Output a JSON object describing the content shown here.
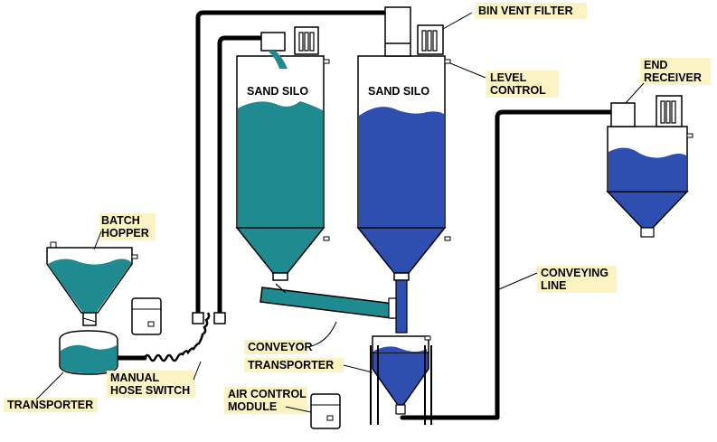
{
  "colors": {
    "teal": "#1f8a8f",
    "blue": "#2f4fb0",
    "pipe": "#000000",
    "label_bg": "#fbf3c4",
    "equipment_fill": "#ffffff"
  },
  "labels": {
    "bin_vent_filter": "BIN VENT FILTER",
    "level_control_1": "LEVEL",
    "level_control_2": "CONTROL",
    "end_receiver_1": "END",
    "end_receiver_2": "RECEIVER",
    "sand_silo_teal": "SAND SILO",
    "sand_silo_blue": "SAND SILO",
    "batch_hopper_1": "BATCH",
    "batch_hopper_2": "HOPPER",
    "conveying_line_1": "CONVEYING",
    "conveying_line_2": "LINE",
    "conveyor": "CONVEYOR",
    "transporter_center": "TRANSPORTER",
    "manual_hose_1": "MANUAL",
    "manual_hose_2": "HOSE SWITCH",
    "transporter_left": "TRANSPORTER",
    "air_control_1": "AIR CONTROL",
    "air_control_2": "MODULE"
  },
  "icons": [
    "bin-vent-filter-icon",
    "air-control-module-icon",
    "level-control-sensor-icon"
  ]
}
